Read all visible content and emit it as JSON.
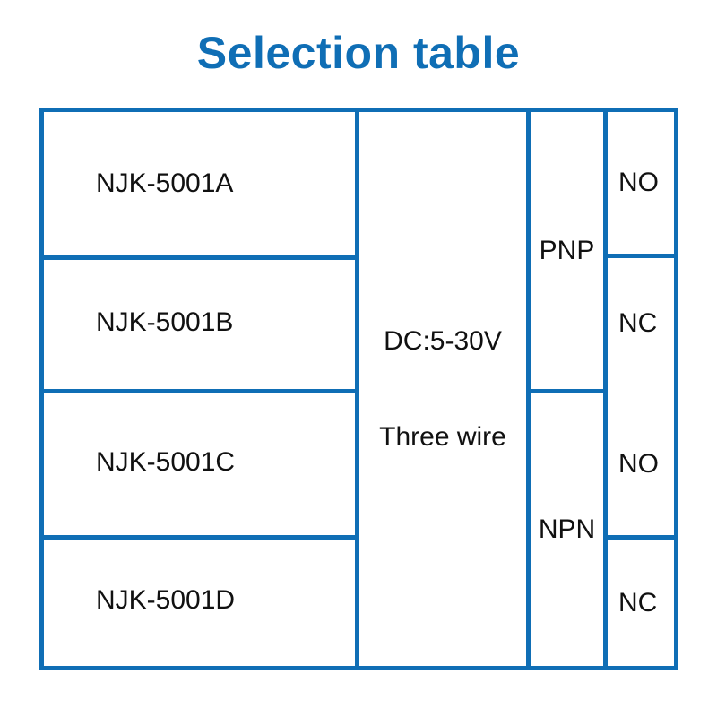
{
  "title": "Selection table",
  "colors": {
    "accent": "#0F6EB5",
    "border": "#0F6EB5",
    "text": "#111111",
    "background": "#FFFFFF"
  },
  "table": {
    "models": [
      {
        "label": "NJK-5001A"
      },
      {
        "label": "NJK-5001B"
      },
      {
        "label": "NJK-5001C"
      },
      {
        "label": "NJK-5001D"
      }
    ],
    "spec": {
      "voltage": "DC:5-30V",
      "wiring": "Three wire"
    },
    "output_types": [
      {
        "label": "PNP"
      },
      {
        "label": "NPN"
      }
    ],
    "contacts": [
      {
        "label": "NO"
      },
      {
        "label": "NC"
      },
      {
        "label": "NO"
      },
      {
        "label": "NC"
      }
    ]
  }
}
